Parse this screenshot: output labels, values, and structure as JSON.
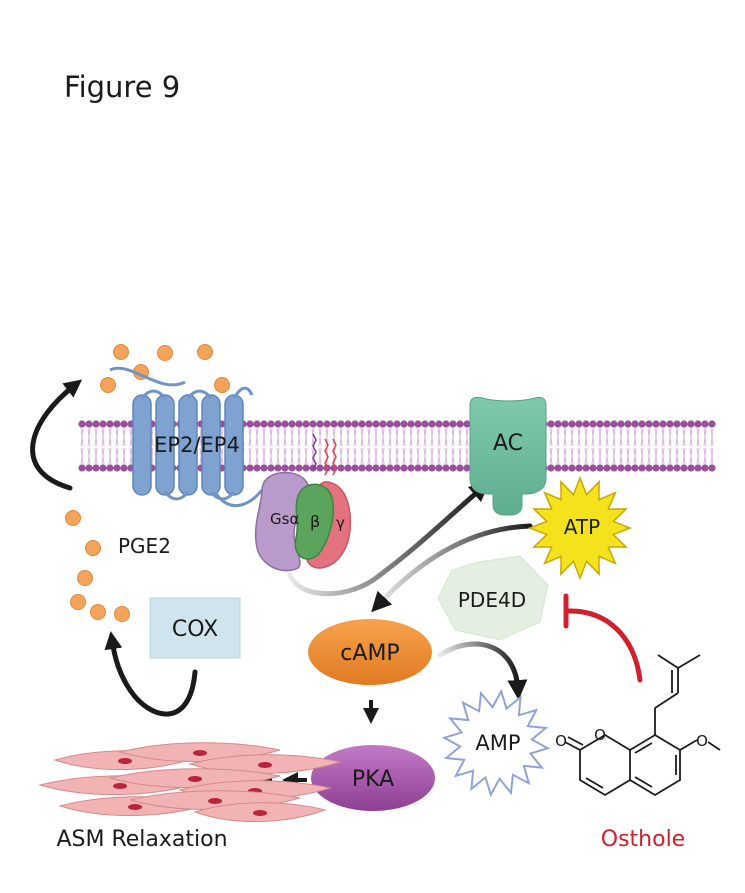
{
  "figure": {
    "title": "Figure 9"
  },
  "labels": {
    "receptor": "EP2/EP4",
    "gs_alpha": "Gsα",
    "beta": "β",
    "gamma": "γ",
    "ac": "AC",
    "atp": "ATP",
    "pde4d": "PDE4D",
    "camp": "cAMP",
    "amp": "AMP",
    "pka": "PKA",
    "pge2": "PGE2",
    "cox": "COX",
    "asm": "ASM Relaxation",
    "osthole": "Osthole"
  },
  "colors": {
    "membrane_heads": "#9a4f9c",
    "membrane_tails": "#d8b6dc",
    "receptor": "#7fa3d1",
    "gs_alpha": "#b89bcb",
    "beta": "#5aa55b",
    "gamma": "#e3727e",
    "ac": "#6fbe9f",
    "atp": "#f2e31a",
    "pde4d": "#e4efe1",
    "camp": "#ee8a34",
    "amp": "#c4cdea",
    "pka": "#a25aa8",
    "cox": "#cfe4ec",
    "pge2_dots": "#f3a35a",
    "inhibitor": "#d0202b",
    "osthole_text": "#d0202b",
    "muscle": "#f2b3b4"
  }
}
